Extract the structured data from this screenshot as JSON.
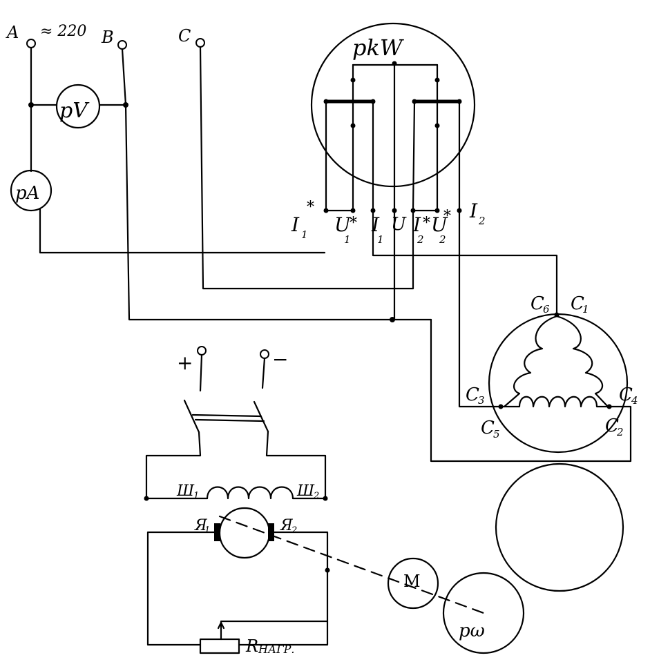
{
  "labels": {
    "phase_a": "A",
    "voltage": "≈ 220",
    "phase_b": "B",
    "phase_c": "C",
    "voltmeter": "pV",
    "ammeter": "pA",
    "wattmeter": "pkW",
    "i1_star": "I",
    "i1_star_sub": "1",
    "u1_star": "U",
    "u1_star_sub": "1",
    "i1": "I",
    "i1_sub": "1",
    "u": "U",
    "i2_star": "I",
    "i2_star_sub": "2",
    "u2_star": "U",
    "u2_star_sub": "2",
    "i2": "I",
    "i2_sub": "2",
    "star": "*",
    "c1": "C",
    "c1_sub": "1",
    "c2": "C",
    "c2_sub": "2",
    "c3": "C",
    "c3_sub": "3",
    "c4": "C",
    "c4_sub": "4",
    "c5": "C",
    "c5_sub": "5",
    "c6": "C",
    "c6_sub": "6",
    "plus": "+",
    "minus": "−",
    "field1": "Ш",
    "field1_sub": "1",
    "field2": "Ш",
    "field2_sub": "2",
    "arm1": "Я",
    "arm1_sub": "1",
    "arm2": "Я",
    "arm2_sub": "2",
    "motor": "M",
    "tacho": "pω",
    "load_resistor": "R",
    "load_resistor_sub": "НАГР."
  }
}
